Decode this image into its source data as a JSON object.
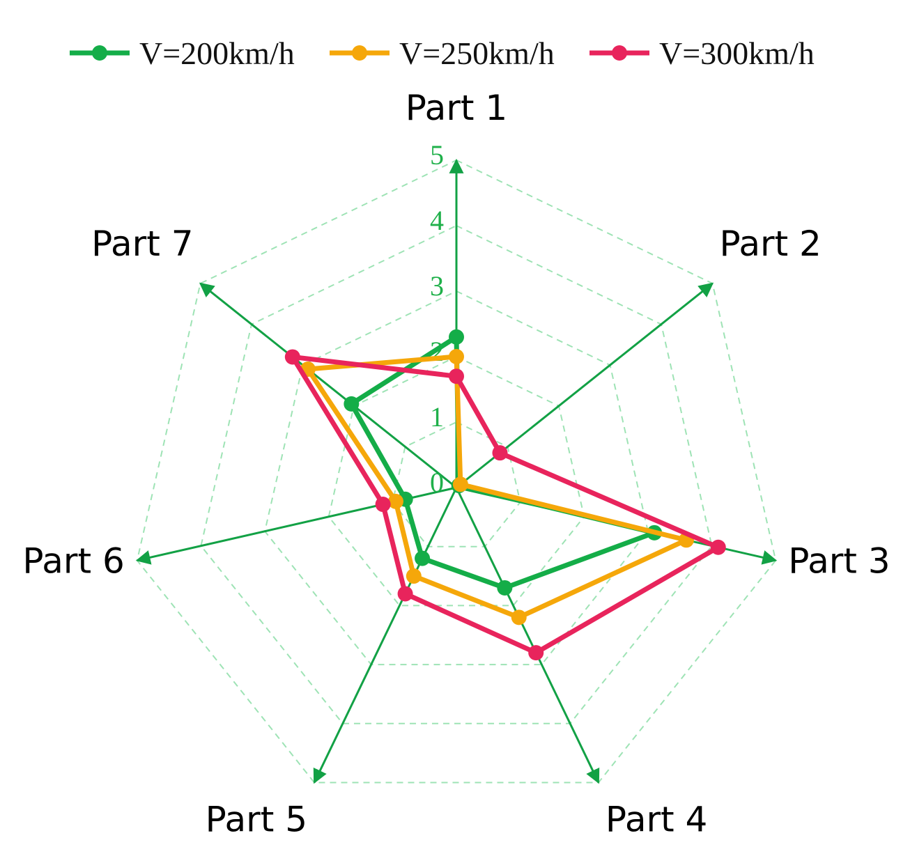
{
  "chart_data": {
    "type": "radar",
    "categories": [
      "Part 1",
      "Part 2",
      "Part 3",
      "Part 4",
      "Part 5",
      "Part 6",
      "Part 7"
    ],
    "radial_ticks": [
      "0",
      "1",
      "2",
      "3",
      "4",
      "5"
    ],
    "rlim": [
      0,
      5
    ],
    "grid": true,
    "grid_style": "dashed",
    "legend_position": "top",
    "series": [
      {
        "name": "V=200km/h",
        "values": [
          2.3,
          0.05,
          3.1,
          1.7,
          1.2,
          0.8,
          2.05
        ],
        "color": "#14ad48"
      },
      {
        "name": "V=250km/h",
        "values": [
          2.0,
          0.08,
          3.6,
          2.2,
          1.5,
          0.95,
          2.9
        ],
        "color": "#f5a70a"
      },
      {
        "name": "V=300km/h",
        "values": [
          1.7,
          0.85,
          4.1,
          2.8,
          1.8,
          1.15,
          3.2
        ],
        "color": "#e8245c"
      }
    ],
    "axis_color": "#12a145",
    "grid_color": "#9ee3b5"
  }
}
